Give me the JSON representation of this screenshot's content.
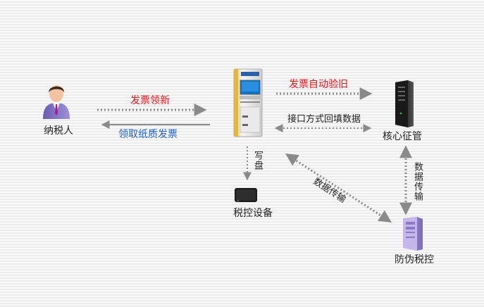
{
  "nodes": {
    "taxpayer": "纳税人",
    "core": "核心征管",
    "tax_device": "税控设备",
    "anti_fake": "防伪税控"
  },
  "edges": {
    "invoice_apply": "发票领新",
    "collect_paper": "领取纸质发票",
    "auto_verify": "发票自动验旧",
    "interface_fill": "接口方式回填数据",
    "write_disk": "写盘",
    "data_transfer_diag": "数据传输",
    "data_transfer_vert": "数据传输"
  },
  "colors": {
    "red_text": "#e8141b",
    "blue_text": "#1f5fbf",
    "arrow": "#8a8a8a"
  }
}
